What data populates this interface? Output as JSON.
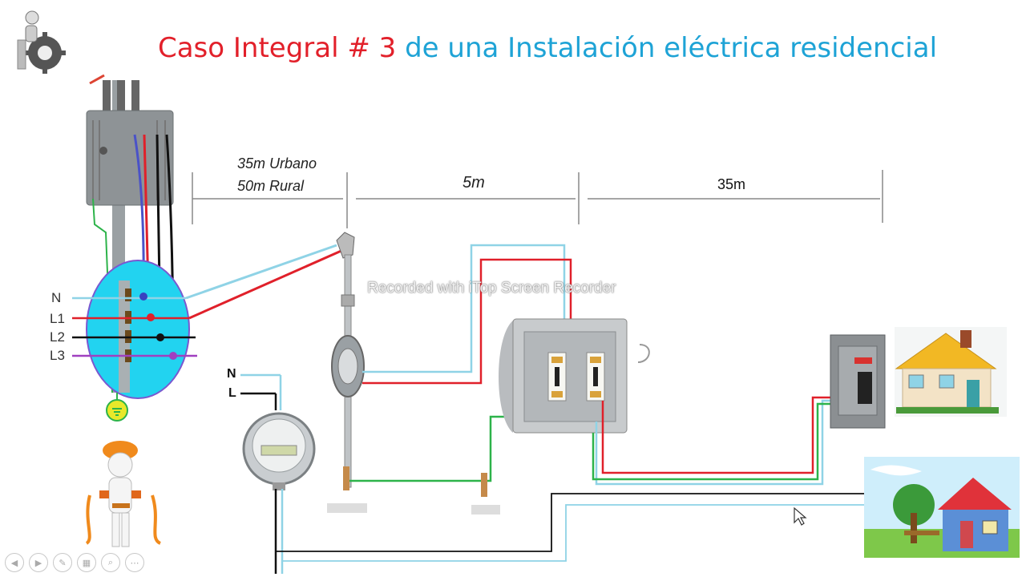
{
  "title": {
    "part1": "Caso Integral # 3",
    "part2": "de una Instalación eléctrica residencial"
  },
  "dimensions": {
    "seg1_line1": "35m Urbano",
    "seg1_line2": "50m Rural",
    "seg2": "5m",
    "seg3": "35m"
  },
  "labels": {
    "pole_n": "N",
    "pole_l1": "L1",
    "pole_l2": "L2",
    "pole_l3": "L3",
    "meter_n": "N",
    "meter_l": "L"
  },
  "watermark": "Recorded with iTop Screen Recorder",
  "colors": {
    "title_red": "#e2202a",
    "title_blue": "#1ea3d6",
    "wire_red": "#e0202a",
    "wire_blue": "#8fd3e6",
    "wire_green": "#2db34a",
    "wire_black": "#111111",
    "wire_purple": "#a040c0",
    "bubble": "#22d3f0"
  },
  "icons": {
    "logo": "robot-gear-icon",
    "worker": "electrician-figure-icon"
  }
}
